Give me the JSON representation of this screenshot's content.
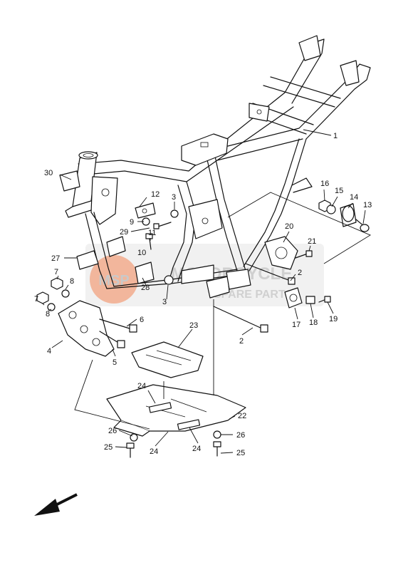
{
  "watermark": {
    "line1": "MOTORCYCLE",
    "line2": "SPARE PARTS",
    "badge": "MSP",
    "badge_color": "#e8744a",
    "band_color": "#d9d9d9"
  },
  "callouts": {
    "c1": "1",
    "c2a": "2",
    "c2b": "2",
    "c3a": "3",
    "c3b": "3",
    "c4": "4",
    "c5": "5",
    "c6": "6",
    "c7a": "7",
    "c7b": "7",
    "c8a": "8",
    "c8b": "8",
    "c9": "9",
    "c10": "10",
    "c11": "11",
    "c12": "12",
    "c13": "13",
    "c14": "14",
    "c15": "15",
    "c16": "16",
    "c17": "17",
    "c18": "18",
    "c19": "19",
    "c20": "20",
    "c21": "21",
    "c22": "22",
    "c23": "23",
    "c24a": "24",
    "c24b": "24",
    "c24c": "24",
    "c25a": "25",
    "c25b": "25",
    "c26a": "26",
    "c26b": "26",
    "c27": "27",
    "c28": "28",
    "c29": "29",
    "c30": "30"
  },
  "icons": {
    "direction": "front-direction-arrow-icon"
  }
}
